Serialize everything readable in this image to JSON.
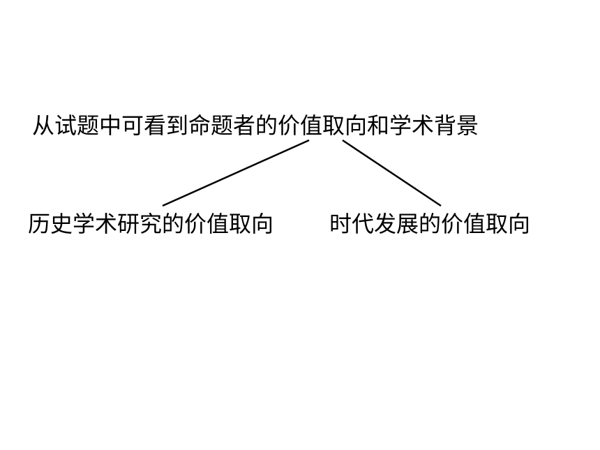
{
  "diagram": {
    "root": {
      "label": "从试题中可看到命题者的价值取向和学术背景"
    },
    "children": [
      {
        "label": "历史学术研究的价值取向"
      },
      {
        "label": "时代发展的价值取向"
      }
    ]
  },
  "colors": {
    "background": "#ffffff",
    "text": "#000000",
    "line": "#000000"
  }
}
